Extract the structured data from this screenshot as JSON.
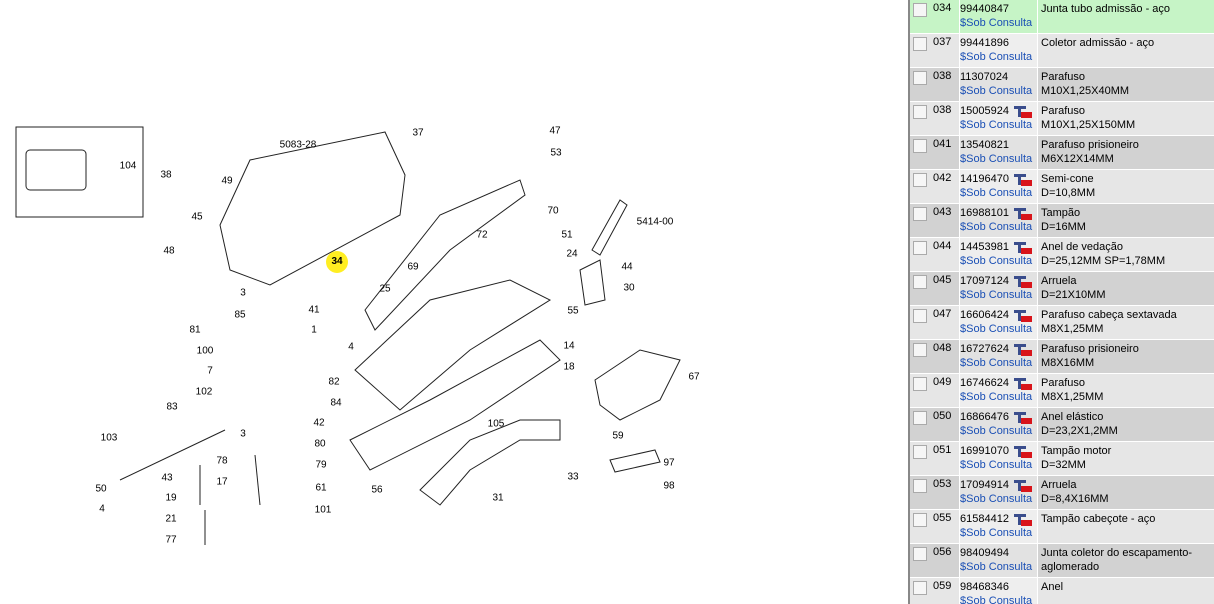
{
  "diagram": {
    "labels": [
      "104",
      "5083-28",
      "37",
      "38",
      "49",
      "45",
      "47",
      "53",
      "48",
      "34",
      "72",
      "70",
      "51",
      "5414-00",
      "69",
      "24",
      "44",
      "3",
      "41",
      "25",
      "30",
      "55",
      "85",
      "81",
      "1",
      "4",
      "14",
      "100",
      "7",
      "82",
      "18",
      "67",
      "102",
      "84",
      "83",
      "42",
      "3",
      "105",
      "59",
      "80",
      "103",
      "78",
      "79",
      "97",
      "43",
      "17",
      "61",
      "33",
      "50",
      "19",
      "56",
      "98",
      "31",
      "4",
      "101",
      "21",
      "77"
    ],
    "highlighted": "34"
  },
  "parts": [
    {
      "pos": "034",
      "pn": "99440847",
      "price": "$Sob Consulta",
      "desc1": "Junta tubo admissão - aço",
      "desc2": "",
      "icon": false,
      "selected": true
    },
    {
      "pos": "037",
      "pn": "99441896",
      "price": "$Sob Consulta",
      "desc1": "Coletor admissão - aço",
      "desc2": "",
      "icon": false
    },
    {
      "pos": "038",
      "pn": "11307024",
      "price": "$Sob Consulta",
      "desc1": "Parafuso",
      "desc2": "M10X1,25X40MM",
      "icon": false
    },
    {
      "pos": "038",
      "pn": "15005924",
      "price": "$Sob Consulta",
      "desc1": "Parafuso",
      "desc2": "M10X1,25X150MM",
      "icon": true
    },
    {
      "pos": "041",
      "pn": "13540821",
      "price": "$Sob Consulta",
      "desc1": "Parafuso prisioneiro",
      "desc2": "M6X12X14MM",
      "icon": false
    },
    {
      "pos": "042",
      "pn": "14196470",
      "price": "$Sob Consulta",
      "desc1": "Semi-cone",
      "desc2": "D=10,8MM",
      "icon": true
    },
    {
      "pos": "043",
      "pn": "16988101",
      "price": "$Sob Consulta",
      "desc1": "Tampão",
      "desc2": "D=16MM",
      "icon": true
    },
    {
      "pos": "044",
      "pn": "14453981",
      "price": "$Sob Consulta",
      "desc1": "Anel de vedação",
      "desc2": "D=25,12MM SP=1,78MM",
      "icon": true
    },
    {
      "pos": "045",
      "pn": "17097124",
      "price": "$Sob Consulta",
      "desc1": "Arruela",
      "desc2": "D=21X10MM",
      "icon": true
    },
    {
      "pos": "047",
      "pn": "16606424",
      "price": "$Sob Consulta",
      "desc1": "Parafuso cabeça sextavada",
      "desc2": "M8X1,25MM",
      "icon": true
    },
    {
      "pos": "048",
      "pn": "16727624",
      "price": "$Sob Consulta",
      "desc1": "Parafuso prisioneiro",
      "desc2": "M8X16MM",
      "icon": true
    },
    {
      "pos": "049",
      "pn": "16746624",
      "price": "$Sob Consulta",
      "desc1": "Parafuso",
      "desc2": "M8X1,25MM",
      "icon": true
    },
    {
      "pos": "050",
      "pn": "16866476",
      "price": "$Sob Consulta",
      "desc1": "Anel elástico",
      "desc2": "D=23,2X1,2MM",
      "icon": true
    },
    {
      "pos": "051",
      "pn": "16991070",
      "price": "$Sob Consulta",
      "desc1": "Tampão motor",
      "desc2": "D=32MM",
      "icon": true
    },
    {
      "pos": "053",
      "pn": "17094914",
      "price": "$Sob Consulta",
      "desc1": "Arruela",
      "desc2": "D=8,4X16MM",
      "icon": true
    },
    {
      "pos": "055",
      "pn": "61584412",
      "price": "$Sob Consulta",
      "desc1": "Tampão cabeçote - aço",
      "desc2": "",
      "icon": true
    },
    {
      "pos": "056",
      "pn": "98409494",
      "price": "$Sob Consulta",
      "desc1": "Junta coletor do escapamento-",
      "desc2": "aglomerado",
      "icon": false
    },
    {
      "pos": "059",
      "pn": "98468346",
      "price": "$Sob Consulta",
      "desc1": "Anel",
      "desc2": "",
      "icon": false
    }
  ]
}
